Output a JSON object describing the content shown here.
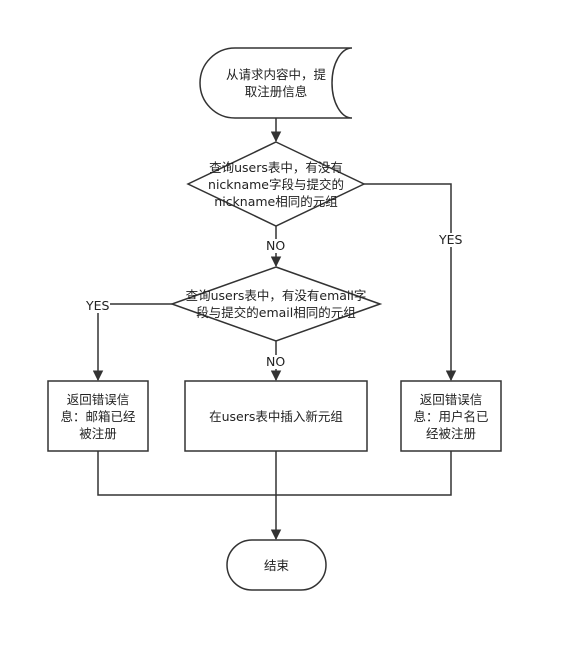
{
  "nodes": {
    "start": "从请求内容中，提\n取注册信息",
    "check_nickname": "查询users表中，有没有\nnickname字段与提交的\nnickname相同的元组",
    "check_email": "查询users表中，有没有email字\n段与提交的email相同的元组",
    "error_email": "返回错误信\n息：邮箱已经\n被注册",
    "insert": "在users表中插入新元组",
    "error_username": "返回错误信\n息：用户名已\n经被注册",
    "end": "结束"
  },
  "edges": {
    "nickname_no": "NO",
    "nickname_yes": "YES",
    "email_yes": "YES",
    "email_no": "NO"
  },
  "colors": {
    "stroke": "#333333",
    "text": "#222222",
    "background": "#ffffff"
  }
}
